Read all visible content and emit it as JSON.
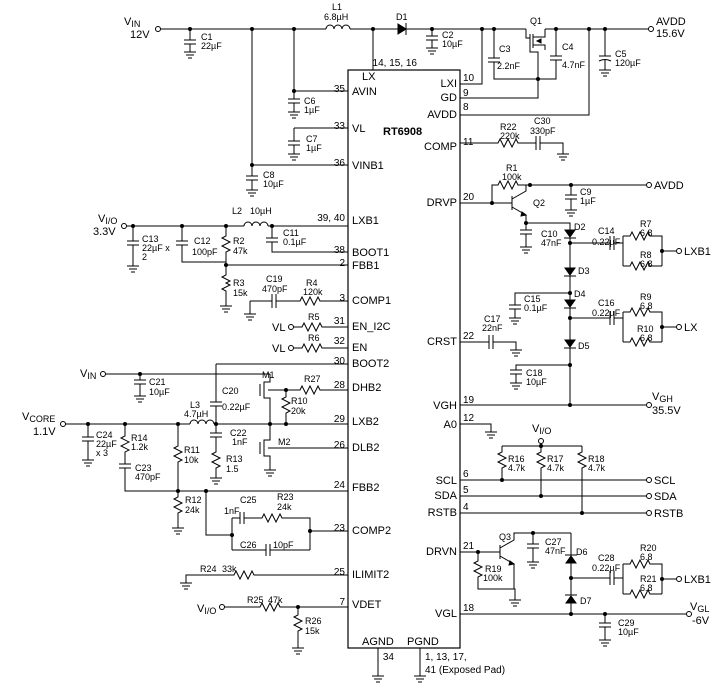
{
  "chip": {
    "name": "RT6908",
    "pin_names": {
      "lx": "LX",
      "avin": "AVIN",
      "vl": "VL",
      "vinb1": "VINB1",
      "lxb1": "LXB1",
      "boot1": "BOOT1",
      "fbb1": "FBB1",
      "comp1": "COMP1",
      "en_i2c": "EN_I2C",
      "en": "EN",
      "boot2": "BOOT2",
      "dhb2": "DHB2",
      "lxb2": "LXB2",
      "dlb2": "DLB2",
      "fbb2": "FBB2",
      "comp2": "COMP2",
      "ilimit2": "ILIMIT2",
      "vdet": "VDET",
      "agnd": "AGND",
      "pgnd": "PGND",
      "lxi": "LXI",
      "gd": "GD",
      "avdd": "AVDD",
      "comp": "COMP",
      "drvp": "DRVP",
      "crst": "CRST",
      "vgh": "VGH",
      "a0": "A0",
      "scl": "SCL",
      "sda": "SDA",
      "rstb": "RSTB",
      "drvn": "DRVN",
      "vgl": "VGL"
    },
    "pin_numbers": {
      "lx": "14, 15, 16",
      "avin": "35",
      "vl": "33",
      "vinb1": "36",
      "lxb1": "39, 40",
      "boot1": "38",
      "fbb1": "2",
      "comp1": "3",
      "en_i2c": "31",
      "en": "32",
      "boot2": "30",
      "dhb2": "28",
      "lxb2": "29",
      "dlb2": "26",
      "fbb2": "24",
      "comp2": "23",
      "ilimit2": "25",
      "vdet": "7",
      "agnd": "34",
      "pgnd_line1": "1, 13, 17,",
      "pgnd_line2": "41 (Exposed Pad)",
      "lxi": "10",
      "gd": "9",
      "avdd": "8",
      "comp": "11",
      "drvp": "20",
      "crst": "22",
      "vgh": "19",
      "a0": "12",
      "scl": "6",
      "sda": "5",
      "rstb": "4",
      "drvn": "21",
      "vgl": "18"
    }
  },
  "nets": {
    "vin_main": "V",
    "vin_main_sub": "IN",
    "vin_main_value": "12V",
    "avdd_out": "AVDD",
    "avdd_out_value": "15.6V",
    "vio_left": "V",
    "vio_left_sub": "I/O",
    "vio_left_value": "3.3V",
    "vl_en_i2c": "VL",
    "vl_en": "VL",
    "vin_lower": "V",
    "vin_lower_sub": "IN",
    "vcore": "V",
    "vcore_sub": "CORE",
    "vcore_value": "1.1V",
    "vio_vdet": "V",
    "vio_vdet_sub": "I/O",
    "vio_i2c": "V",
    "vio_i2c_sub": "I/O",
    "avdd_drvp": "AVDD",
    "lxb1_out_1": "LXB1",
    "lx_out": "LX",
    "lxb1_out_2": "LXB1",
    "vgh_out": "V",
    "vgh_out_sub": "GH",
    "vgh_out_value": "35.5V",
    "scl_out": "SCL",
    "sda_out": "SDA",
    "rstb_out": "RSTB",
    "vgl_out": "V",
    "vgl_out_sub": "GL",
    "vgl_out_value": "-6V"
  },
  "components": {
    "c1": {
      "ref": "C1",
      "value": "22µF"
    },
    "l1": {
      "ref": "L1",
      "value": "6.8µH"
    },
    "d1": {
      "ref": "D1"
    },
    "c2": {
      "ref": "C2",
      "value": "10µF"
    },
    "q1": {
      "ref": "Q1"
    },
    "c3": {
      "ref": "C3",
      "value": "2.2nF"
    },
    "c4": {
      "ref": "C4",
      "value": "4.7nF"
    },
    "c5": {
      "ref": "C5",
      "value": "120µF"
    },
    "c6": {
      "ref": "C6",
      "value": "1µF"
    },
    "c7": {
      "ref": "C7",
      "value": "1µF"
    },
    "c8": {
      "ref": "C8",
      "value": "10µF"
    },
    "l2": {
      "ref": "L2",
      "value": "10µH"
    },
    "c11": {
      "ref": "C11",
      "value": "0.1µF"
    },
    "c13": {
      "ref": "C13",
      "value": "22µF x",
      "value2": "2"
    },
    "c12": {
      "ref": "C12",
      "value": "100pF"
    },
    "r2": {
      "ref": "R2",
      "value": "47k"
    },
    "r3": {
      "ref": "R3",
      "value": "15k"
    },
    "c19": {
      "ref": "C19",
      "value": "470pF"
    },
    "r4": {
      "ref": "R4",
      "value": "120k"
    },
    "r5": {
      "ref": "R5"
    },
    "r6": {
      "ref": "R6"
    },
    "m1": {
      "ref": "M1"
    },
    "c21": {
      "ref": "C21",
      "value": "10µF"
    },
    "c20": {
      "ref": "C20",
      "value": "0.22µF"
    },
    "r27": {
      "ref": "R27"
    },
    "r10": {
      "ref": "R10",
      "value": "20k"
    },
    "l3": {
      "ref": "L3",
      "value": "4.7µH"
    },
    "c22": {
      "ref": "C22",
      "value": "1nF"
    },
    "r13": {
      "ref": "R13",
      "value": "1.5"
    },
    "m2": {
      "ref": "M2"
    },
    "c24": {
      "ref": "C24",
      "value": "22µF",
      "value2": "x 3"
    },
    "r14": {
      "ref": "R14",
      "value": "1.2k"
    },
    "c23": {
      "ref": "C23",
      "value": "470pF"
    },
    "r11": {
      "ref": "R11",
      "value": "10k"
    },
    "r12": {
      "ref": "R12",
      "value": "24k"
    },
    "c25": {
      "ref": "C25",
      "value": "1nF"
    },
    "r23": {
      "ref": "R23",
      "value": "24k"
    },
    "c26": {
      "ref": "C26",
      "value": "10pF"
    },
    "r24": {
      "ref": "R24",
      "value": "33k"
    },
    "r25": {
      "ref": "R25",
      "value": "47k"
    },
    "r26": {
      "ref": "R26",
      "value": "15k"
    },
    "r22": {
      "ref": "R22",
      "value": "220k"
    },
    "c30": {
      "ref": "C30",
      "value": "330pF"
    },
    "r1": {
      "ref": "R1",
      "value": "100k"
    },
    "q2": {
      "ref": "Q2"
    },
    "c9": {
      "ref": "C9",
      "value": "1µF"
    },
    "c10": {
      "ref": "C10",
      "value": "47nF"
    },
    "d2": {
      "ref": "D2"
    },
    "c14": {
      "ref": "C14",
      "value": "0.22µF"
    },
    "r7": {
      "ref": "R7",
      "value": "6.8"
    },
    "r8": {
      "ref": "R8",
      "value": "6.8"
    },
    "d3": {
      "ref": "D3"
    },
    "d4": {
      "ref": "D4"
    },
    "c15": {
      "ref": "C15",
      "value": "0.1µF"
    },
    "c16": {
      "ref": "C16",
      "value": "0.22µF"
    },
    "r9": {
      "ref": "R9",
      "value": "6.8"
    },
    "r10b": {
      "ref": "R10",
      "value": "6.8"
    },
    "c17": {
      "ref": "C17",
      "value": "22nF"
    },
    "d5": {
      "ref": "D5"
    },
    "c18": {
      "ref": "C18",
      "value": "10µF"
    },
    "r16": {
      "ref": "R16",
      "value": "4.7k"
    },
    "r17": {
      "ref": "R17",
      "value": "4.7k"
    },
    "r18": {
      "ref": "R18",
      "value": "4.7k"
    },
    "q3": {
      "ref": "Q3"
    },
    "c27": {
      "ref": "C27",
      "value": "47nF"
    },
    "r19": {
      "ref": "R19",
      "value": "100k"
    },
    "d6": {
      "ref": "D6"
    },
    "d7": {
      "ref": "D7"
    },
    "c28": {
      "ref": "C28",
      "value": "0.22µF"
    },
    "r20": {
      "ref": "R20",
      "value": "6.8"
    },
    "r21": {
      "ref": "R21",
      "value": "6.8"
    },
    "c29": {
      "ref": "C29",
      "value": "10µF"
    }
  }
}
